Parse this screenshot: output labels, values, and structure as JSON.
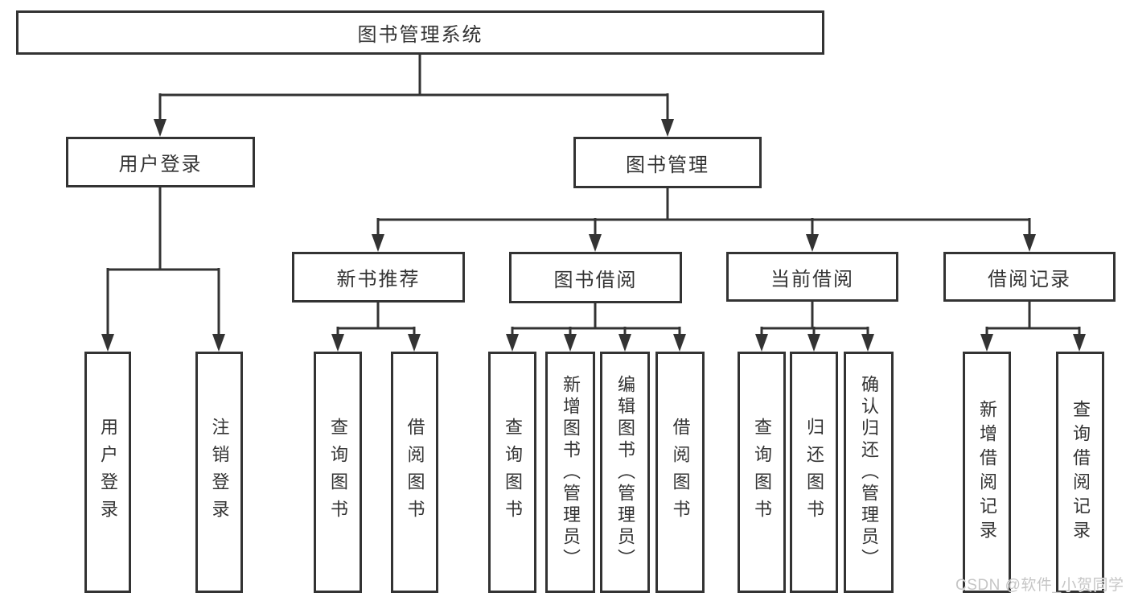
{
  "nodes": {
    "root": "图书管理系统",
    "user_login": "用户登录",
    "book_mgmt": "图书管理",
    "new_book_rec": "新书推荐",
    "book_borrow": "图书借阅",
    "current_borrow": "当前借阅",
    "borrow_records": "借阅记录",
    "leaf_login": "用户登录",
    "leaf_logout": "注销登录",
    "leaf_rec_query_book": "查询图书",
    "leaf_rec_borrow_book": "借阅图书",
    "leaf_bb_query_book": "查询图书",
    "leaf_bb_add_book": "新增图书（管理员）",
    "leaf_bb_edit_book": "编辑图书（管理员）",
    "leaf_bb_borrow_book": "借阅图书",
    "leaf_cb_query_book": "查询图书",
    "leaf_cb_return_book": "归还图书",
    "leaf_cb_confirm_return": "确认归还（管理员）",
    "leaf_br_add_record": "新增借阅记录",
    "leaf_br_query_record": "查询借阅记录"
  },
  "hierarchy": {
    "图书管理系统": {
      "用户登录": [
        "用户登录",
        "注销登录"
      ],
      "图书管理": {
        "新书推荐": [
          "查询图书",
          "借阅图书"
        ],
        "图书借阅": [
          "查询图书",
          "新增图书（管理员）",
          "编辑图书（管理员）",
          "借阅图书"
        ],
        "当前借阅": [
          "查询图书",
          "归还图书",
          "确认归还（管理员）"
        ],
        "借阅记录": [
          "新增借阅记录",
          "查询借阅记录"
        ]
      }
    }
  },
  "watermark": "CSDN @软件_小贺同学",
  "colors": {
    "line": "#333333",
    "node_border": "#333333",
    "text": "#333333",
    "node_background": "#ffffff",
    "page_background": "#ffffff",
    "watermark": "#c6c6c6"
  }
}
